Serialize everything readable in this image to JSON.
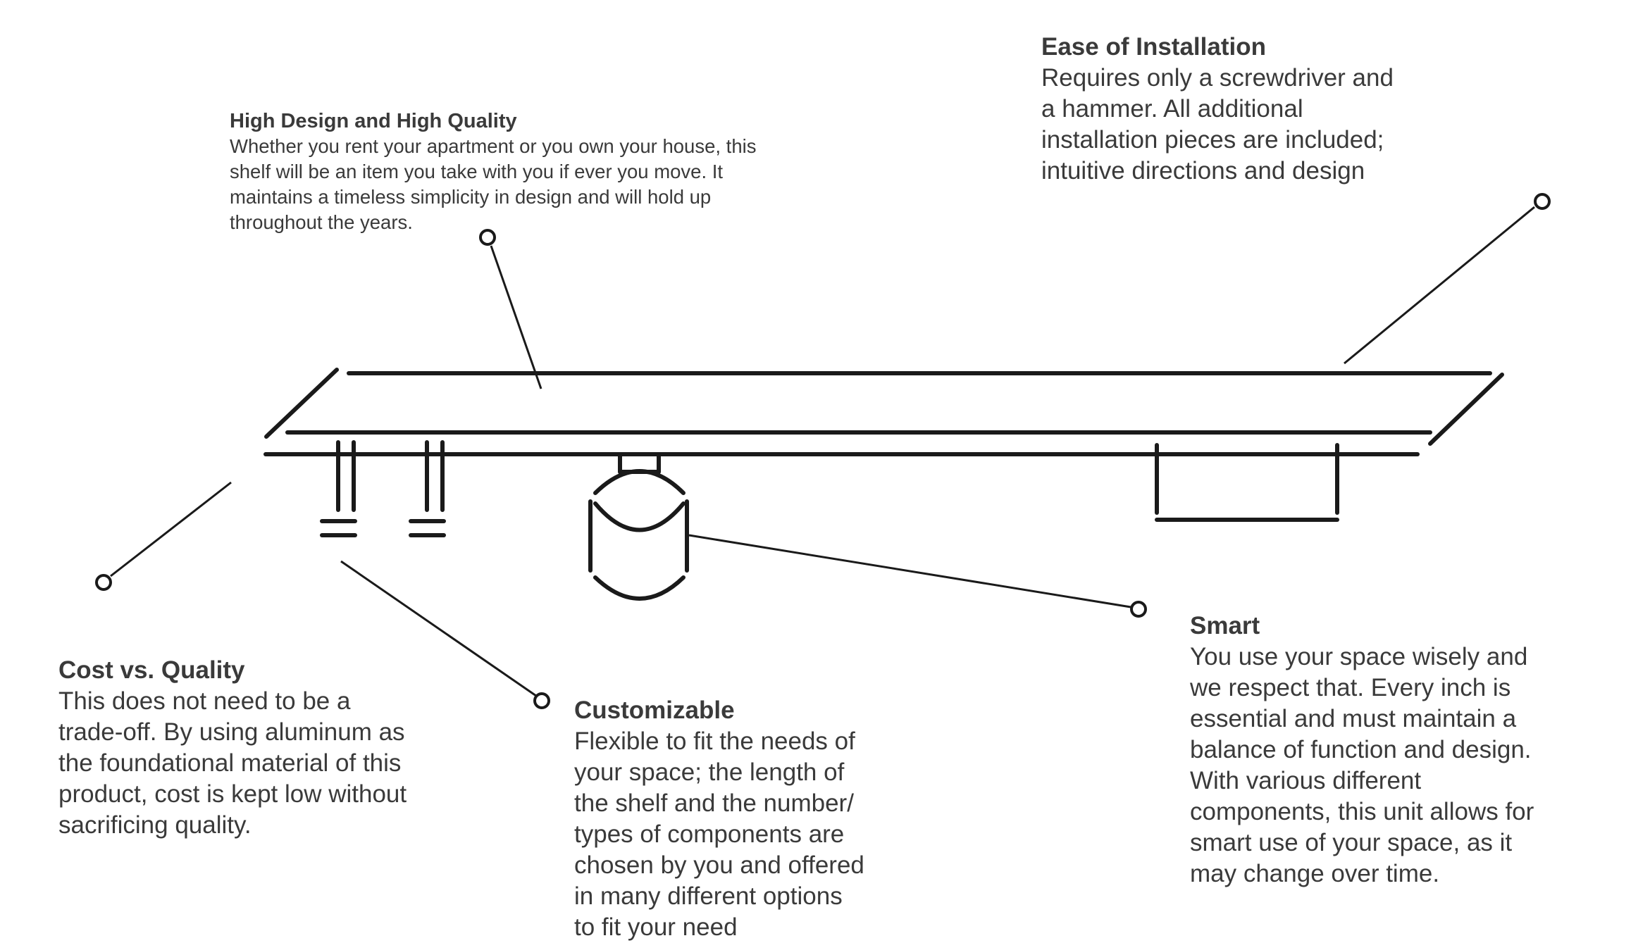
{
  "colors": {
    "text": "#3a3a3a",
    "line": "#1a1a1a",
    "background": "#ffffff"
  },
  "callouts": {
    "high_design": {
      "title": "High Design and High Quality",
      "body": "Whether you rent your apartment or you own your house, this\nshelf will be an item you take with you if ever you move. It\nmaintains a timeless simplicity in design and will hold up\nthroughout the years."
    },
    "ease": {
      "title": "Ease of Installation",
      "body": "Requires only a screwdriver and\na hammer. All additional\ninstallation pieces are included;\nintuitive directions and design"
    },
    "cost": {
      "title": "Cost vs. Quality",
      "body": "This does not need to be a\ntrade-off. By using aluminum as\nthe foundational material of this\nproduct, cost is kept low without\nsacrificing quality."
    },
    "custom": {
      "title": "Customizable",
      "body": "Flexible to fit the needs of\nyour space; the length of\nthe shelf and the number/\ntypes of components are\nchosen by you and offered\nin many different options\nto fit your need"
    },
    "smart": {
      "title": "Smart",
      "body": "You use your space wisely and\nwe respect that. Every inch is\nessential and must maintain a\nbalance of function and design.\nWith various different\ncomponents, this unit allows for\nsmart use of your space, as it\nmay change over time."
    }
  }
}
